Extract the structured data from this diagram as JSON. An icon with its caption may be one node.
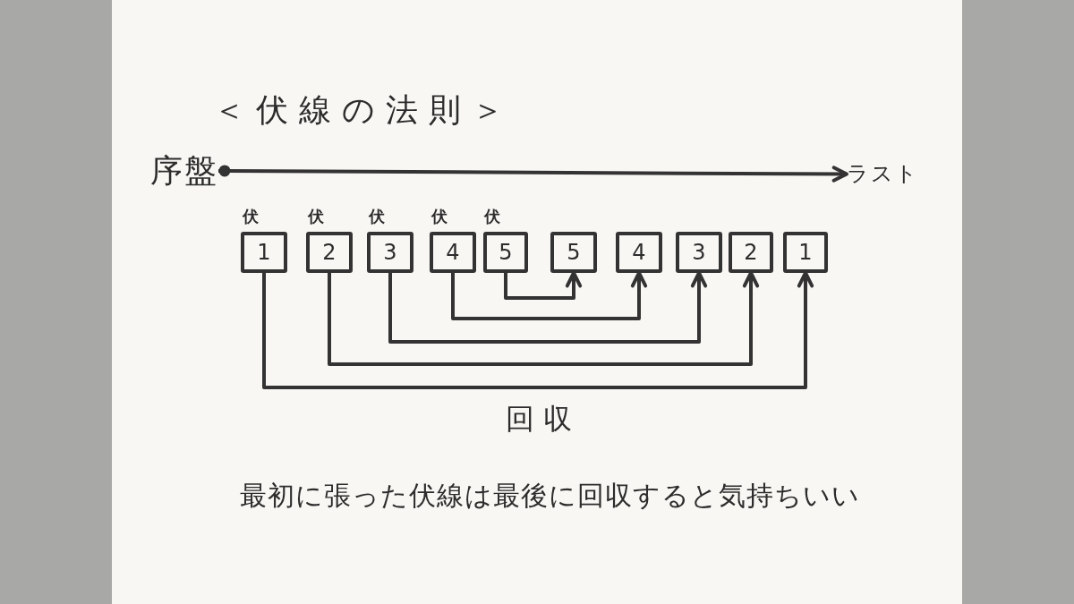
{
  "diagram": {
    "title": "＜伏線の法則＞",
    "caption": "最初に張った伏線は最後に回収すると気持ちいい",
    "nodes": [
      {
        "text": [
          "序盤"
        ]
      },
      {
        "text": [
          "ラスト"
        ]
      },
      {
        "text": [
          "1"
        ],
        "beside": [
          "伏"
        ]
      },
      {
        "text": [
          "2"
        ],
        "beside": [
          "伏"
        ]
      },
      {
        "text": [
          "3"
        ],
        "beside": [
          "伏"
        ]
      },
      {
        "text": [
          "4"
        ],
        "beside": [
          "伏"
        ]
      },
      {
        "text": [
          "5"
        ],
        "beside": [
          "伏"
        ]
      },
      {
        "text": [
          "5"
        ]
      },
      {
        "text": [
          "4"
        ]
      },
      {
        "text": [
          "3"
        ]
      },
      {
        "text": [
          "2"
        ]
      },
      {
        "text": [
          "1"
        ]
      }
    ],
    "edges": [
      {
        "from": 0,
        "to": 1,
        "arrow": "to"
      },
      {
        "from": 2,
        "to": 11,
        "arrow": "to"
      },
      {
        "from": 3,
        "to": 10,
        "arrow": "to"
      },
      {
        "from": 4,
        "to": 9,
        "arrow": "to"
      },
      {
        "from": 5,
        "to": 8,
        "arrow": "to"
      },
      {
        "from": 6,
        "to": 7,
        "arrow": "to"
      }
    ],
    "labels": [
      "回収"
    ]
  }
}
